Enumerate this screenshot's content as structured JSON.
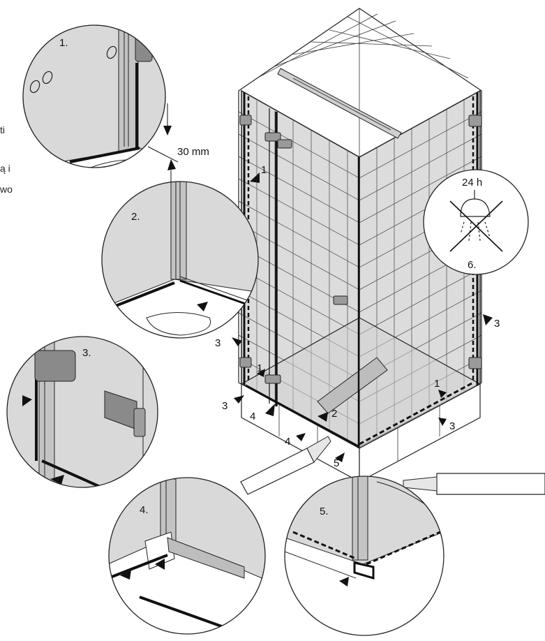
{
  "stray_text": [
    "ti",
    "ą i",
    "wo"
  ],
  "callout_numbers": [
    "1",
    "1",
    "1",
    "2",
    "3",
    "3",
    "3",
    "3",
    "4",
    "4",
    "5"
  ],
  "details": [
    {
      "label": "1.",
      "measurement": "30 mm"
    },
    {
      "label": "2."
    },
    {
      "label": "3."
    },
    {
      "label": "4."
    },
    {
      "label": "5."
    },
    {
      "label": "6.",
      "duration": "24 h"
    }
  ]
}
